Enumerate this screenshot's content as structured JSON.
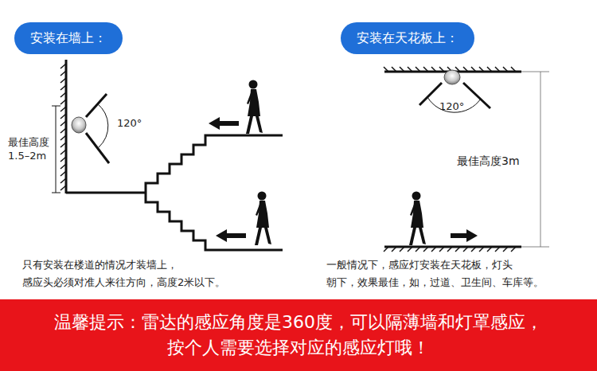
{
  "diagram": {
    "nodes": [
      {
        "text": [
          "安装在墙上："
        ]
      },
      {
        "text": [
          "安装在天花板上："
        ]
      },
      {
        "text": [
          "温馨提示：雷达的感应角度是360度，可以隔薄墙和灯罩感应， 按个人需要选择对应的感应灯哦！"
        ]
      }
    ],
    "labels": [
      "最佳高度 1.5–2m",
      "120°",
      "只有安装在楼道的情况才装墙上， 感应头必须对准人来往方向，高度2米以下。",
      "120°",
      "最佳高度3m",
      "一般情况下，感应灯安装在天花板，灯头 朝下，效果最佳，如，过道、卫生间、车库等。"
    ]
  }
}
